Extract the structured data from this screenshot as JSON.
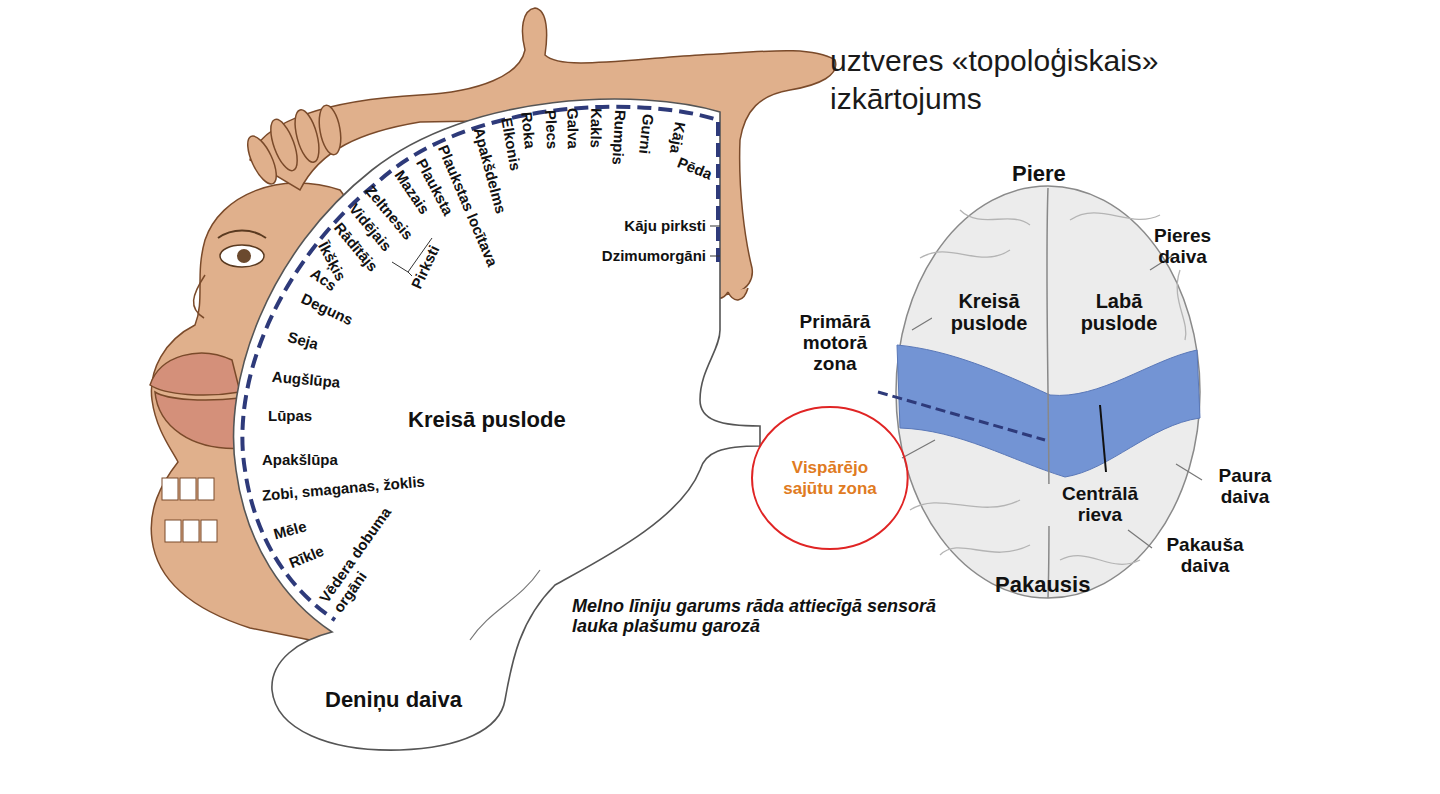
{
  "diagram": {
    "title": "uztveres «topoloģiskais» izkārtojums",
    "nodes": [
      {
        "text": [
          "Vispārējo sajūtu zona"
        ]
      }
    ],
    "labels": [
      "Īkšķis",
      "Rādītājs",
      "Vidējais",
      "Zeltnesis",
      "Mazais",
      "Plauksta",
      "Plaukstas locītava",
      "Apakšdelms",
      "Elkonis",
      "Roka",
      "Plecs",
      "Galva",
      "Kakls",
      "Rumpis",
      "Gurni",
      "Kāja",
      "Pēda",
      "Kāju pirksti",
      "Dzimumorgāni",
      "Pirksti",
      "Acs",
      "Deguns",
      "Seja",
      "Augšlūpa",
      "Lūpas",
      "Apakšlūpa",
      "Zobi, smaganas, žoklis",
      "Mēle",
      "Rīkle",
      "Vēdera dobuma orgāni",
      "Kreisā puslode",
      "Deniņu daiva",
      "Melno līniju garums rāda attiecīgā sensorā lauka plašumu garozā",
      "Piere",
      "Pieres daiva",
      "Kreisā puslode",
      "Labā puslode",
      "Primārā motorā zona",
      "Paura daiva",
      "Centrālā rieva",
      "Pakauša daiva",
      "Pakausis"
    ]
  }
}
